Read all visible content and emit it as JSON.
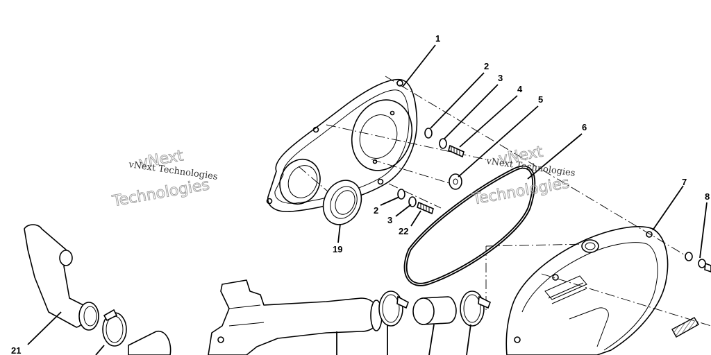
{
  "watermarks": [
    {
      "line1": "vNext Technologies",
      "line2": "vNext",
      "line3": "Technologies"
    },
    {
      "line1": "vNext Technologies",
      "line2": "vNext",
      "line3": "Technologies"
    }
  ],
  "callouts": {
    "c1": "1",
    "c2": "2",
    "c3": "3",
    "c4": "4",
    "c5": "5",
    "c6": "6",
    "c7": "7",
    "c8": "8",
    "c2b": "2",
    "c3b": "3",
    "c22": "22",
    "c19": "19",
    "c21": "21"
  }
}
